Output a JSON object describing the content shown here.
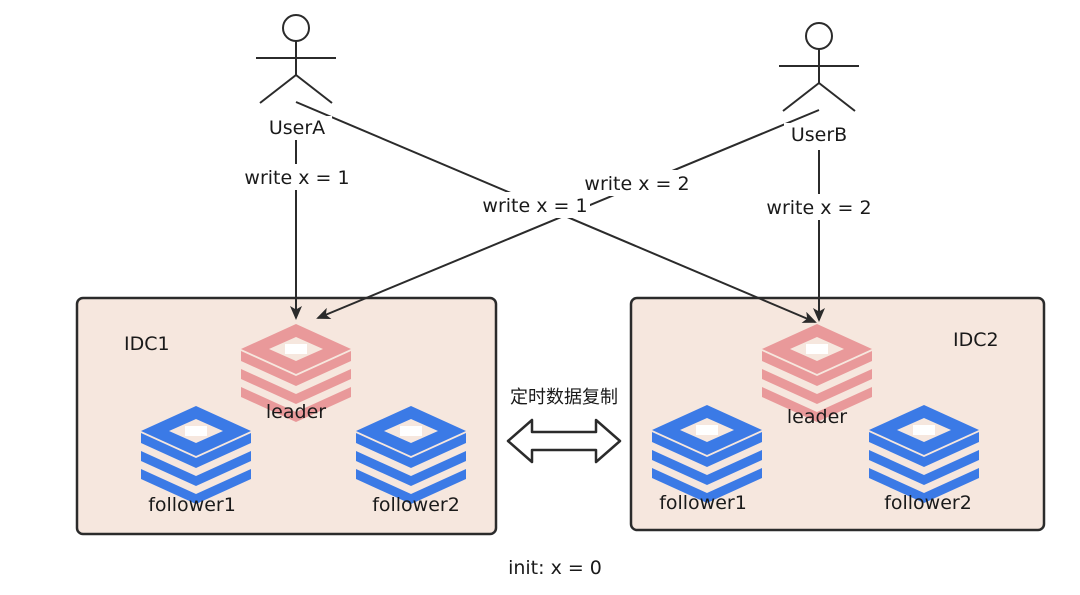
{
  "users": {
    "userA": {
      "label": "UserA"
    },
    "userB": {
      "label": "UserB"
    }
  },
  "writes": {
    "userA_local": "write x = 1",
    "userA_cross": "write x = 1",
    "userB_local": "write x = 2",
    "userB_cross": "write x = 2"
  },
  "idc1": {
    "title": "IDC1",
    "leader": "leader",
    "follower1": "follower1",
    "follower2": "follower2"
  },
  "idc2": {
    "title": "IDC2",
    "leader": "leader",
    "follower1": "follower1",
    "follower2": "follower2"
  },
  "replication": {
    "label": "定时数据复制"
  },
  "init_note": "init: x = 0",
  "colors": {
    "leader": "#e9999a",
    "follower": "#3b7ae6",
    "idc_fill": "#f6e7de",
    "stroke": "#2b2b2b"
  },
  "icons": {
    "user": "person-icon",
    "leader": "server-stack-icon",
    "follower": "server-stack-icon",
    "replication": "double-arrow-icon"
  }
}
